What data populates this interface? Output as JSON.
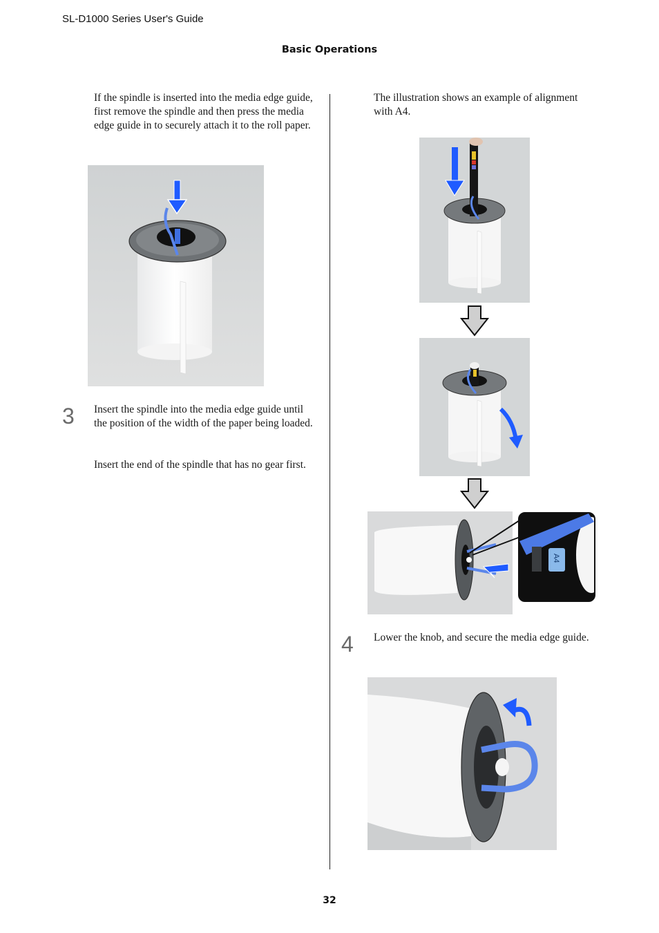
{
  "header": {
    "guide_title": "SL-D1000 Series User's Guide",
    "section_title": "Basic Operations"
  },
  "left_column": {
    "intro_paragraph": "If the spindle is inserted into the media edge guide, first remove the spindle and then press the media edge guide in to securely attach it to the roll paper.",
    "figure_1": {
      "icon": "roll-paper-with-edge-guide-press-down-photo",
      "arrow_color": "#1f5bff"
    },
    "step_3": {
      "number": "3",
      "text": "Insert the spindle into the media edge guide until the position of the width of the paper being loaded.",
      "note": "Insert the end of the spindle that has no gear first."
    }
  },
  "right_column": {
    "intro_paragraph": "The illustration shows an example of alignment with A4.",
    "figure_sequence": [
      {
        "icon": "insert-spindle-photo",
        "arrow_color": "#1f5bff"
      },
      {
        "icon": "flow-down-arrow",
        "color": "#cfcfcf"
      },
      {
        "icon": "rotate-roll-photo",
        "arrow_color": "#1f5bff"
      },
      {
        "icon": "flow-down-arrow",
        "color": "#cfcfcf"
      },
      {
        "icon": "align-a4-photo",
        "callout_label": "A4"
      }
    ],
    "step_4": {
      "number": "4",
      "text": "Lower the knob, and secure the media edge guide."
    },
    "figure_last": {
      "icon": "lower-knob-photo",
      "arrow_color": "#1f5bff"
    }
  },
  "footer": {
    "page_number": "32"
  }
}
